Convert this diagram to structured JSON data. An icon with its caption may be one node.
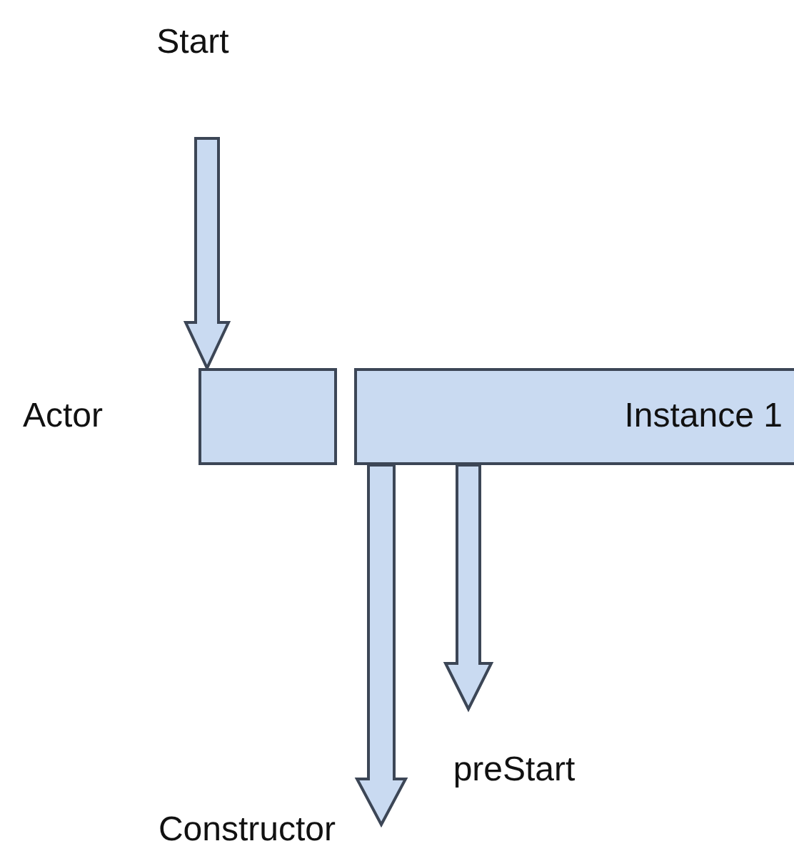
{
  "diagram": {
    "nodes": [
      {
        "text": [
          "Start"
        ]
      },
      {
        "text": [],
        "shape": "box",
        "beside": [
          "Actor"
        ]
      },
      {
        "text": [
          "Instance 1"
        ]
      },
      {
        "text": [
          "preStart"
        ]
      },
      {
        "text": [
          "Constructor"
        ]
      }
    ],
    "edges": [
      {
        "from": 0,
        "to": 1,
        "arrow": "to"
      },
      {
        "from": 2,
        "to": 4,
        "arrow": "to"
      },
      {
        "from": 2,
        "to": 3,
        "arrow": "to"
      }
    ]
  }
}
